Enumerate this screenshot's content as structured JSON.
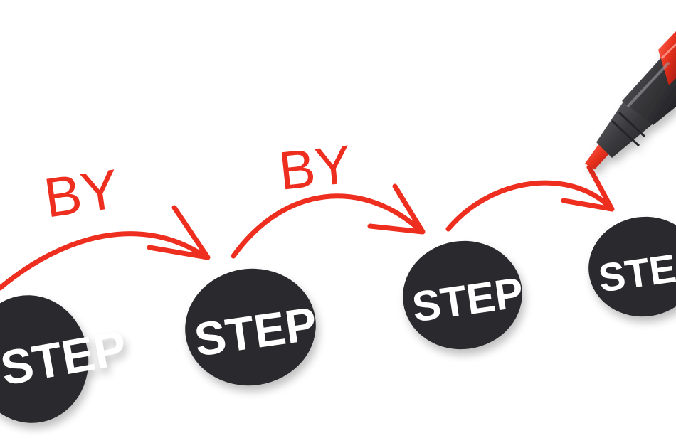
{
  "illustration": {
    "steps": [
      "STEP",
      "STEP",
      "STEP",
      "STEP"
    ],
    "connectors": [
      "BY",
      "BY"
    ],
    "colors": {
      "ink_red": "#ee2e1f",
      "disc_dark": "#2b2a2e",
      "label_white": "#ffffff",
      "marker_body": "#3a3a3d",
      "marker_grip": "#5a5b5f",
      "background": "#ffffff"
    },
    "icon": "red-marker-pen-icon"
  }
}
